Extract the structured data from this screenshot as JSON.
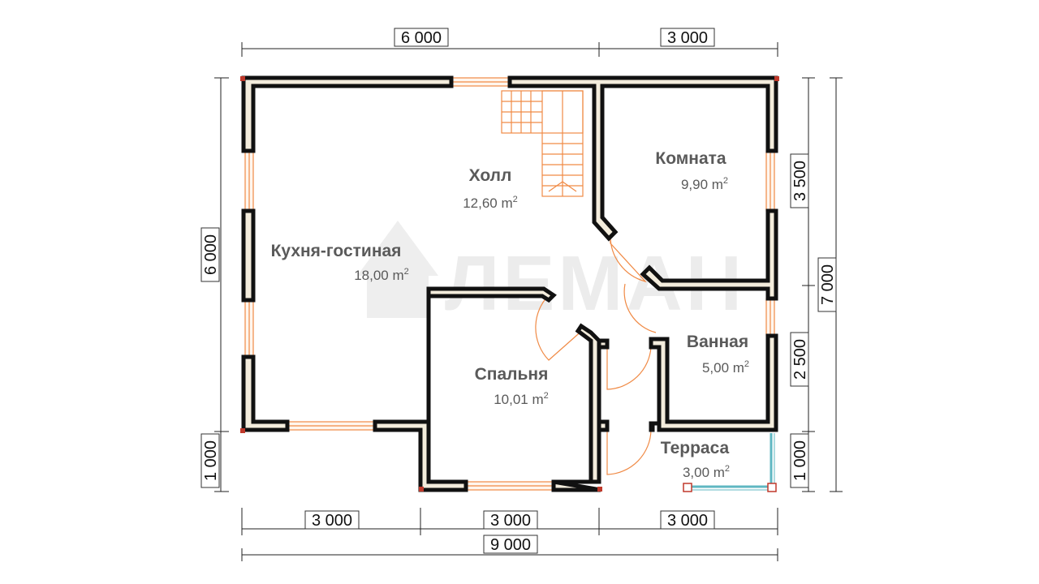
{
  "dimensions": {
    "top": [
      "6 000",
      "3 000"
    ],
    "bottom": [
      "3 000",
      "3 000",
      "3 000"
    ],
    "bottom_total": "9 000",
    "left": [
      "6 000",
      "1 000"
    ],
    "right": [
      "3 500",
      "2 500",
      "1 000"
    ],
    "right_total": "7 000"
  },
  "rooms": [
    {
      "name": "Холл",
      "area": "12,60 m",
      "sup": "2"
    },
    {
      "name": "Комната",
      "area": "9,90 m",
      "sup": "2"
    },
    {
      "name": "Кухня-гостиная",
      "area": "18,00 m",
      "sup": "2"
    },
    {
      "name": "Спальня",
      "area": "10,01 m",
      "sup": "2"
    },
    {
      "name": "Ванная",
      "area": "5,00 m",
      "sup": "2"
    },
    {
      "name": "Терраса",
      "area": "3,00 m",
      "sup": "2"
    }
  ],
  "watermark": "ЛЕМАН",
  "colors": {
    "wall_fill": "#f3ecdc",
    "wall_stroke": "#111111",
    "window": "#f08a45",
    "railing": "#5fb7c2"
  }
}
